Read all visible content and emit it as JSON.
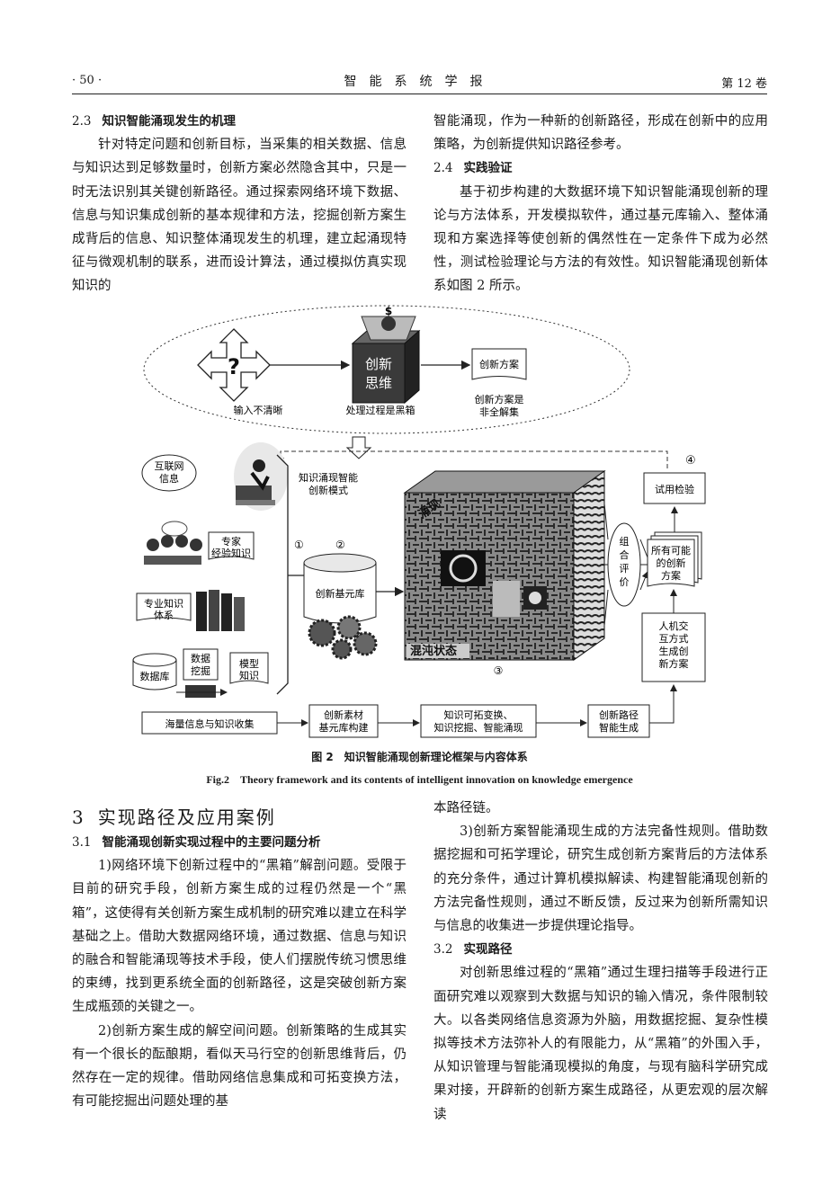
{
  "header": {
    "page": "· 50 ·",
    "journal": "智能系统学报",
    "volume": "第 12 卷"
  },
  "left_top": {
    "section_num": "2.3",
    "section_title": "知识智能涌现发生的机理",
    "para": "针对特定问题和创新目标，当采集的相关数据、信息与知识达到足够数量时，创新方案必然隐含其中，只是一时无法识别其关键创新路径。通过探索网络环境下数据、信息与知识集成创新的基本规律和方法，挖掘创新方案生成背后的信息、知识整体涌现发生的机理，建立起涌现特征与微观机制的联系，进而设计算法，通过模拟仿真实现知识的"
  },
  "right_top": {
    "para_cont": "智能涌现，作为一种新的创新路径，形成在创新中的应用策略，为创新提供知识路径参考。",
    "section_num": "2.4",
    "section_title": "实践验证",
    "para": "基于初步构建的大数据环境下知识智能涌现创新的理论与方法体系，开发模拟软件，通过基元库输入、整体涌现和方案选择等使创新的偶然性在一定条件下成为必然性，测试检验理论与方法的有效性。知识智能涌现创新体系如图 2 所示。"
  },
  "figure": {
    "top": {
      "box_label_1": "创新",
      "box_label_2": "思维",
      "input_caption": "输入不清晰",
      "process_caption": "处理过程是黑箱",
      "output_doc": "创新方案",
      "output_caption_1": "创新方案是",
      "output_caption_2": "非全解集"
    },
    "internet_1": "互联网",
    "internet_2": "信息",
    "mode_1": "知识涌现智能",
    "mode_2": "创新模式",
    "expert_1": "专家",
    "expert_2": "经验知识",
    "professional_1": "专业知识",
    "professional_2": "体系",
    "database": "数据库",
    "mining_1": "数据",
    "mining_2": "挖掘",
    "model_1": "模型",
    "model_2": "知识",
    "circle1": "①",
    "circle2": "②",
    "circle3": "③",
    "circle4": "④",
    "base_library": "创新基元库",
    "cube_emergence": "涌现",
    "cube_chaos": "混沌状态",
    "combo": [
      "组",
      "合",
      "评",
      "价"
    ],
    "all_solutions": [
      "所有可能",
      "的创新",
      "方案"
    ],
    "trial": "试用检验",
    "hci": [
      "人机交",
      "互方式",
      "生成创",
      "新方案"
    ],
    "flow": {
      "collect": "海量信息与知识收集",
      "build_1": "创新素材",
      "build_2": "基元库构建",
      "transform_1": "知识可拓变换、",
      "transform_2": "知识挖掘、智能涌现",
      "path_1": "创新路径",
      "path_2": "智能生成"
    }
  },
  "caption_cn": "图 2　知识智能涌现创新理论框架与内容体系",
  "caption_en": "Fig.2　Theory framework and its contents of intelligent innovation on knowledge emergence",
  "left_bottom": {
    "chapter_num": "3",
    "chapter_title": "实现路径及应用案例",
    "section_num": "3.1",
    "section_title": "智能涌现创新实现过程中的主要问题分析",
    "p1": "1)网络环境下创新过程中的“黑箱”解剖问题。受限于目前的研究手段，创新方案生成的过程仍然是一个“黑箱”，这使得有关创新方案生成机制的研究难以建立在科学基础之上。借助大数据网络环境，通过数据、信息与知识的融合和智能涌现等技术手段，使人们摆脱传统习惯思维的束缚，找到更系统全面的创新路径，这是突破创新方案生成瓶颈的关键之一。",
    "p2": "2)创新方案生成的解空间问题。创新策略的生成其实有一个很长的酝酿期，看似天马行空的创新思维背后，仍然存在一定的规律。借助网络信息集成和可拓变换方法，有可能挖掘出问题处理的基"
  },
  "right_bottom": {
    "p_cont": "本路径链。",
    "p3": "3)创新方案智能涌现生成的方法完备性规则。借助数据挖掘和可拓学理论，研究生成创新方案背后的方法体系的充分条件，通过计算机模拟解读、构建智能涌现创新的方法完备性规则，通过不断反馈，反过来为创新所需知识与信息的收集进一步提供理论指导。",
    "section_num": "3.2",
    "section_title": "实现路径",
    "p4": "对创新思维过程的“黑箱”通过生理扫描等手段进行正面研究难以观察到大数据与知识的输入情况，条件限制较大。以各类网络信息资源为外脑，用数据挖掘、复杂性模拟等技术方法弥补人的有限能力，从“黑箱”的外围入手，从知识管理与智能涌现模拟的角度，与现有脑科学研究成果对接，开辟新的创新方案生成路径，从更宏观的层次解读"
  }
}
